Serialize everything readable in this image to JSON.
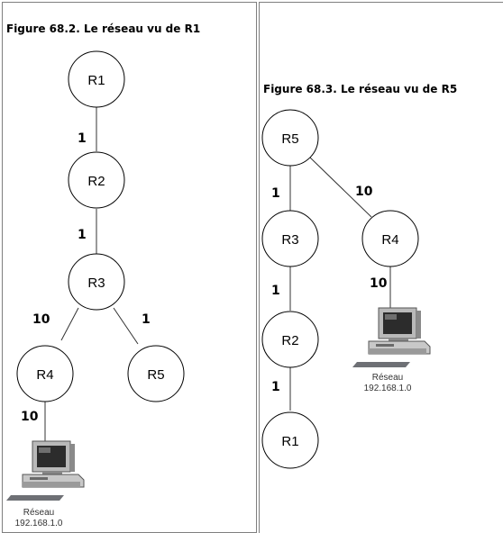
{
  "figures": [
    {
      "caption": "Figure 68.2.  Le réseau vu de R1",
      "nodes": [
        "R1",
        "R2",
        "R3",
        "R4",
        "R5"
      ],
      "links": [
        {
          "from": "R1",
          "to": "R2",
          "cost": "1"
        },
        {
          "from": "R2",
          "to": "R3",
          "cost": "1"
        },
        {
          "from": "R3",
          "to": "R4",
          "cost": "10"
        },
        {
          "from": "R3",
          "to": "R5",
          "cost": "1"
        },
        {
          "from": "R4",
          "to": "network",
          "cost": "10"
        }
      ],
      "network": {
        "label": "Réseau",
        "address": "192.168.1.0",
        "icon": "computer-icon"
      }
    },
    {
      "caption": "Figure 68.3.  Le réseau vu de R5",
      "nodes": [
        "R5",
        "R3",
        "R4",
        "R2",
        "R1"
      ],
      "links": [
        {
          "from": "R5",
          "to": "R3",
          "cost": "1"
        },
        {
          "from": "R5",
          "to": "R4",
          "cost": "10"
        },
        {
          "from": "R3",
          "to": "R2",
          "cost": "1"
        },
        {
          "from": "R2",
          "to": "R1",
          "cost": "1"
        },
        {
          "from": "R4",
          "to": "network",
          "cost": "10"
        }
      ],
      "network": {
        "label": "Réseau",
        "address": "192.168.1.0",
        "icon": "computer-icon"
      }
    }
  ]
}
